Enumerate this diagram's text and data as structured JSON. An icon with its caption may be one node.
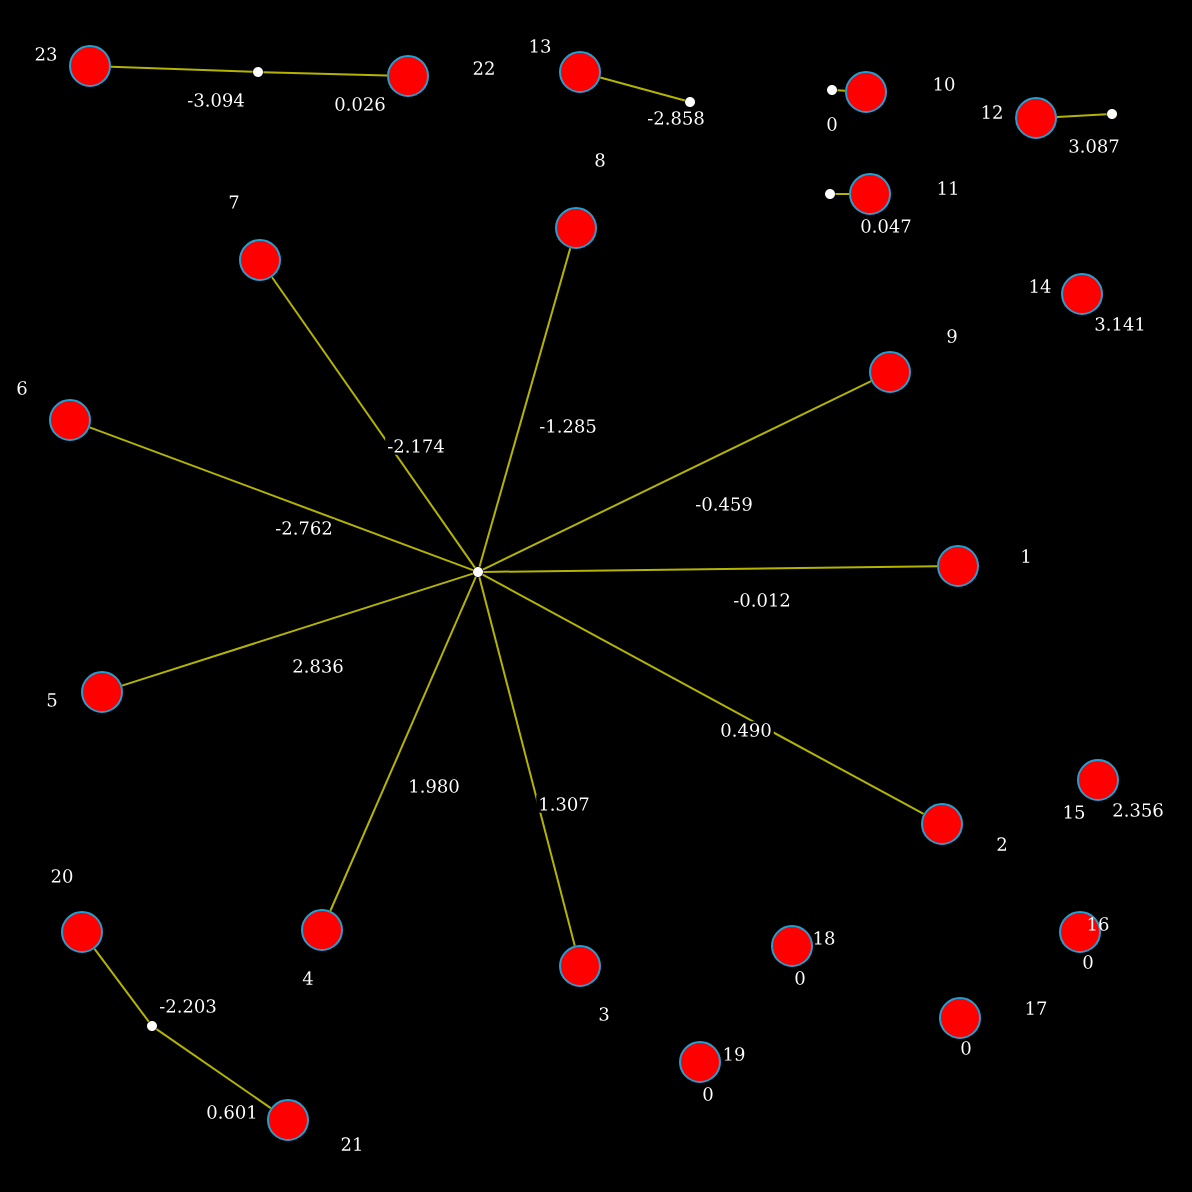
{
  "diagram": {
    "nodes": [
      {
        "text": [],
        "shape": "dot"
      },
      {
        "text": [],
        "shape": "circle",
        "beside": [
          "1"
        ]
      },
      {
        "text": [],
        "shape": "circle",
        "beside": [
          "2"
        ]
      },
      {
        "text": [],
        "shape": "circle",
        "beside": [
          "3"
        ]
      },
      {
        "text": [],
        "shape": "circle",
        "beside": [
          "4"
        ]
      },
      {
        "text": [],
        "shape": "circle",
        "beside": [
          "5"
        ]
      },
      {
        "text": [],
        "shape": "circle",
        "beside": [
          "6"
        ]
      },
      {
        "text": [],
        "shape": "circle",
        "beside": [
          "7"
        ]
      },
      {
        "text": [],
        "shape": "circle",
        "beside": [
          "8"
        ]
      },
      {
        "text": [],
        "shape": "circle",
        "beside": [
          "9"
        ]
      },
      {
        "text": [],
        "shape": "circle",
        "beside": [
          "10",
          "0"
        ]
      },
      {
        "text": [],
        "shape": "circle",
        "beside": [
          "11",
          "0.047"
        ]
      },
      {
        "text": [],
        "shape": "circle",
        "beside": [
          "12"
        ]
      },
      {
        "text": [],
        "shape": "circle",
        "beside": [
          "13"
        ]
      },
      {
        "text": [],
        "shape": "circle",
        "beside": [
          "14",
          "3.141"
        ]
      },
      {
        "text": [],
        "shape": "circle",
        "beside": [
          "15",
          "2.356"
        ]
      },
      {
        "text": [],
        "shape": "circle",
        "beside": [
          "16",
          "0"
        ]
      },
      {
        "text": [],
        "shape": "circle",
        "beside": [
          "17",
          "0"
        ]
      },
      {
        "text": [],
        "shape": "circle",
        "beside": [
          "18",
          "0"
        ]
      },
      {
        "text": [],
        "shape": "circle",
        "beside": [
          "19",
          "0"
        ]
      },
      {
        "text": [],
        "shape": "circle",
        "beside": [
          "20"
        ]
      },
      {
        "text": [],
        "shape": "circle",
        "beside": [
          "21",
          "0.601"
        ]
      },
      {
        "text": [],
        "shape": "circle",
        "beside": [
          "22",
          "0.026"
        ]
      },
      {
        "text": [],
        "shape": "circle",
        "beside": [
          "23"
        ]
      },
      {
        "text": [],
        "shape": "dot",
        "beside": [
          "-3.094"
        ]
      },
      {
        "text": [],
        "shape": "dot",
        "beside": [
          "-2.858"
        ]
      },
      {
        "text": [],
        "shape": "dot"
      },
      {
        "text": [],
        "shape": "dot"
      },
      {
        "text": [],
        "shape": "dot",
        "beside": [
          "3.087"
        ]
      },
      {
        "text": [],
        "shape": "dot",
        "beside": [
          "-2.203"
        ]
      }
    ],
    "edges": [
      {
        "from": 0,
        "to": 1,
        "arrow": "none",
        "label": "-0.012"
      },
      {
        "from": 0,
        "to": 2,
        "arrow": "none",
        "label": "0.490"
      },
      {
        "from": 0,
        "to": 3,
        "arrow": "none",
        "label": "1.307"
      },
      {
        "from": 0,
        "to": 4,
        "arrow": "none",
        "label": "1.980"
      },
      {
        "from": 0,
        "to": 5,
        "arrow": "none",
        "label": "2.836"
      },
      {
        "from": 0,
        "to": 6,
        "arrow": "none",
        "label": "-2.762"
      },
      {
        "from": 0,
        "to": 7,
        "arrow": "none",
        "label": "-2.174"
      },
      {
        "from": 0,
        "to": 8,
        "arrow": "none",
        "label": "-1.285"
      },
      {
        "from": 0,
        "to": 9,
        "arrow": "none",
        "label": "-0.459"
      },
      {
        "from": 23,
        "to": 24,
        "arrow": "none"
      },
      {
        "from": 24,
        "to": 22,
        "arrow": "none"
      },
      {
        "from": 13,
        "to": 25,
        "arrow": "none"
      },
      {
        "from": 26,
        "to": 10,
        "arrow": "none"
      },
      {
        "from": 27,
        "to": 11,
        "arrow": "none"
      },
      {
        "from": 12,
        "to": 28,
        "arrow": "none"
      },
      {
        "from": 20,
        "to": 29,
        "arrow": "none"
      },
      {
        "from": 29,
        "to": 21,
        "arrow": "none"
      }
    ]
  }
}
